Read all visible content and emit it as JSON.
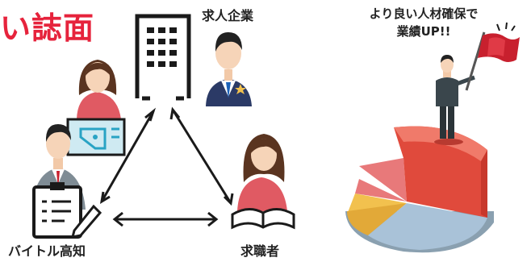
{
  "headline": "い誌面",
  "labels": {
    "company": "求人企業",
    "media": "バイトル高知",
    "jobseeker": "求職者",
    "goal_line1": "より良い人材確保で",
    "goal_line2": "業績UP!!"
  },
  "colors": {
    "headline": "#e6233c",
    "arrow": "#1a1a1a",
    "flag": "#c8202e",
    "suit": "#2b3a66",
    "pie_red": "#e04a3c",
    "pie_pink": "#e8797a",
    "pie_yellow": "#f2c14e",
    "pie_blue": "#a9c2d8"
  },
  "icons": [
    "office-building-icon",
    "businessman-icon",
    "woman-presenter-icon",
    "man-with-clipboard-icon",
    "woman-reading-icon",
    "flag-icon",
    "pie-chart-icon"
  ]
}
